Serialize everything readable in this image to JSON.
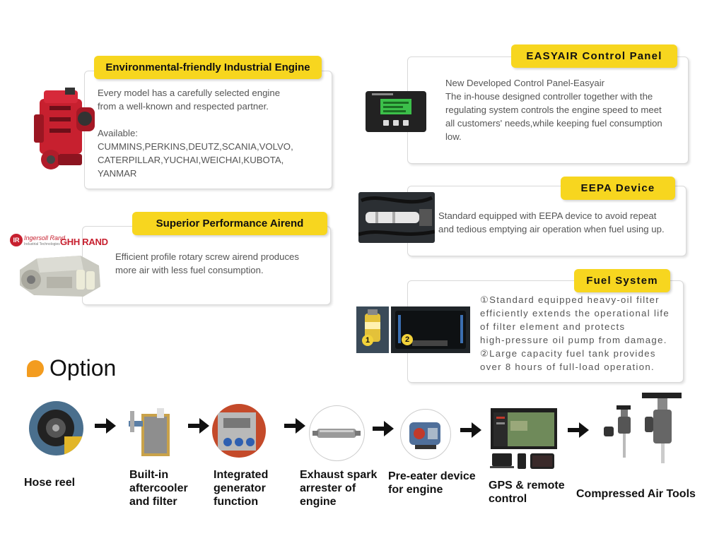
{
  "colors": {
    "tag_yellow": "#f7d61f",
    "box_border": "#d9d9d9",
    "option_orange": "#f39c1f",
    "text_gray": "#555555",
    "engine_red": "#c7202f"
  },
  "features": {
    "engine": {
      "title": "Environmental-friendly Industrial Engine",
      "lines": [
        "Every model has a carefully selected engine",
        "from a well-known and respected partner.",
        "",
        "Available:",
        "CUMMINS,PERKINS,DEUTZ,SCANIA,VOLVO,",
        "CATERPILLAR,YUCHAI,WEICHAI,KUBOTA,",
        "YANMAR"
      ]
    },
    "airend": {
      "title": "Superior Performance Airend",
      "logo_ir": "IR",
      "logo_ir_text": "Ingersoll Rand",
      "logo_ir_sub": "Industrial Technologies",
      "logo_ghh": "GHH RAND",
      "lines": [
        "Efficient profile rotary screw airend produces",
        "more air with less fuel consumption."
      ]
    },
    "control": {
      "title": "EASYAIR Control Panel",
      "lines": [
        "New Developed Control Panel-Easyair",
        "The in-house designed controller together with the",
        "regulating system controls the engine speed to meet",
        "all customers' needs,while keeping fuel consumption",
        "low."
      ]
    },
    "eepa": {
      "title": "EEPA Device",
      "lines": [
        "Standard equipped with EEPA device to avoid repeat",
        "and tedious emptying air operation when fuel using up."
      ]
    },
    "fuel": {
      "title": "Fuel System",
      "badge1": "1",
      "badge2": "2",
      "lines": [
        "①Standard equipped heavy-oil filter",
        "efficiently extends the operational life",
        "of filter element and protects",
        "high-pressure oil pump from damage.",
        "②Large capacity fuel tank provides",
        "over 8 hours of full-load operation."
      ]
    }
  },
  "option": {
    "heading": "Option",
    "items": [
      {
        "lines": [
          "Hose reel"
        ]
      },
      {
        "lines": [
          "Built-in",
          "aftercooler",
          "and filter"
        ]
      },
      {
        "lines": [
          "Integrated",
          "generator",
          "function"
        ]
      },
      {
        "lines": [
          "Exhaust spark",
          "arrester of",
          "engine"
        ]
      },
      {
        "lines": [
          "Pre-eater device",
          "for engine"
        ]
      },
      {
        "lines": [
          "GPS & remote",
          "control"
        ]
      },
      {
        "lines": [
          "Compressed Air Tools"
        ]
      }
    ]
  }
}
